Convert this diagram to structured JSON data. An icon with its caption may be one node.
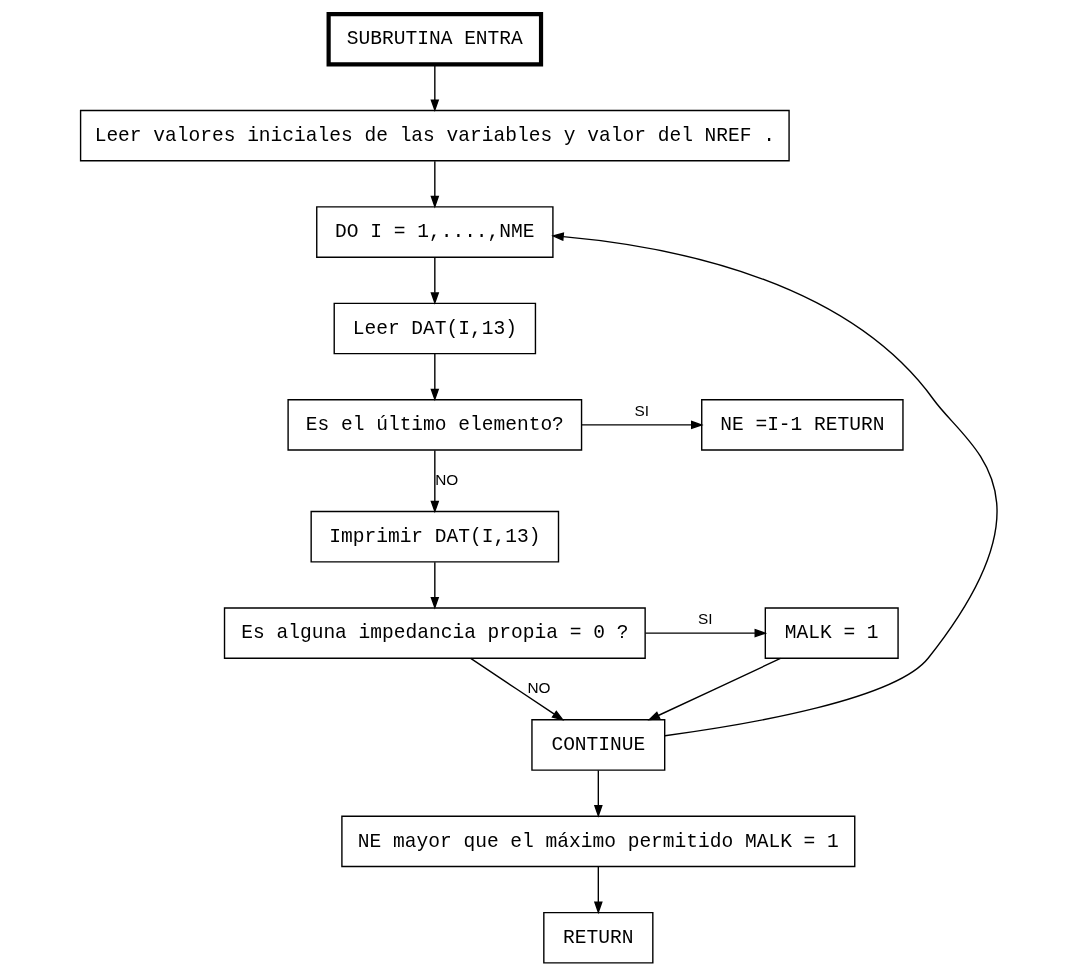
{
  "diagram": {
    "nodes": [
      {
        "text": [
          "SUBRUTINA ENTRA"
        ]
      },
      {
        "text": [
          "Leer valores iniciales de las variables y valor del NREF ."
        ]
      },
      {
        "text": [
          "DO I = 1,....,NME"
        ]
      },
      {
        "text": [
          "Leer DAT(I,13)"
        ]
      },
      {
        "text": [
          "NE =I-1 RETURN"
        ]
      },
      {
        "text": [
          "Es el último elemento?"
        ]
      },
      {
        "text": [
          "Imprimir DAT(I,13)"
        ]
      },
      {
        "text": [
          "MALK = 1"
        ]
      },
      {
        "text": [
          "Es alguna impedancia propia = 0 ?"
        ]
      },
      {
        "text": [
          "CONTINUE"
        ]
      },
      {
        "text": [
          "NE mayor que el máximo permitido MALK = 1"
        ]
      },
      {
        "text": [
          "RETURN"
        ]
      }
    ],
    "edges": [
      {
        "from": 0,
        "to": 1,
        "arrow": "to"
      },
      {
        "from": 1,
        "to": 2,
        "arrow": "to"
      },
      {
        "from": 2,
        "to": 3,
        "arrow": "to"
      },
      {
        "from": 3,
        "to": 5,
        "arrow": "to"
      },
      {
        "from": 5,
        "to": 4,
        "arrow": "to",
        "label": "SI"
      },
      {
        "from": 5,
        "to": 6,
        "arrow": "to",
        "label": "NO"
      },
      {
        "from": 6,
        "to": 8,
        "arrow": "to"
      },
      {
        "from": 8,
        "to": 7,
        "arrow": "to",
        "label": "SI"
      },
      {
        "from": 8,
        "to": 9,
        "arrow": "to",
        "label": "NO"
      },
      {
        "from": 7,
        "to": 9,
        "arrow": "to"
      },
      {
        "from": 9,
        "to": 2,
        "arrow": "to"
      },
      {
        "from": 9,
        "to": 10,
        "arrow": "to"
      },
      {
        "from": 10,
        "to": 11,
        "arrow": "to"
      }
    ]
  }
}
